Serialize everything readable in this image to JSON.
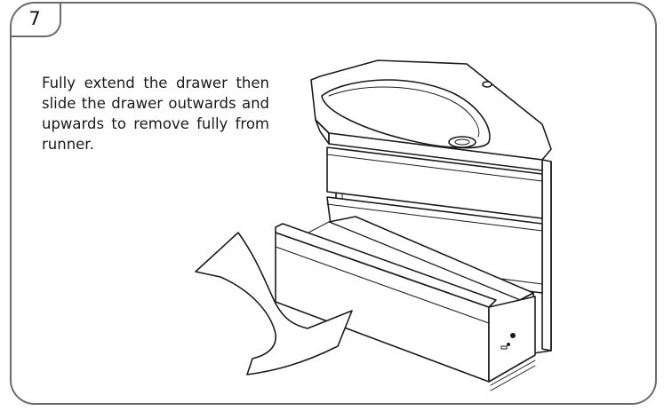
{
  "step": {
    "number": "7"
  },
  "instruction": {
    "text": "Fully extend the drawer then slide the drawer outwards and upwards to remove fully from runner."
  },
  "illustration": {
    "subject": "vanity-unit-with-basin-and-open-drawer",
    "arrow_icon": "curved-arrow-up-out-icon"
  },
  "colors": {
    "frame": "#6b6b6b",
    "line_art": "#1b1b1b",
    "background": "#ffffff"
  }
}
